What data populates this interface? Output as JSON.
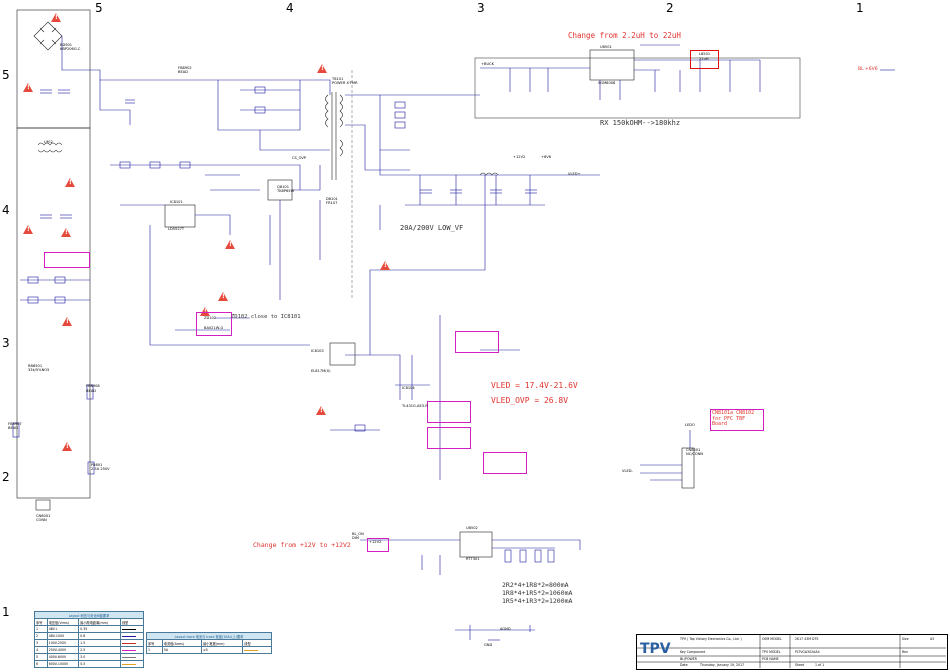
{
  "zones": {
    "top": [
      "5",
      "4",
      "3",
      "2",
      "1"
    ],
    "left": [
      "5",
      "4",
      "3",
      "2",
      "1"
    ]
  },
  "notes": {
    "change_inductor": "Change from 2.2uH to 22uH",
    "rx_freq": "RX 150kOHM-->180khz",
    "diode_rating": "20A/200V LOW_VF",
    "zd_close": "ZD102 close to IC8101",
    "vled": "VLED = 17.4V-21.6V",
    "vled_ovp": "VLED_OVP = 26.8V",
    "change_12v": "Change from +12V to +12V2",
    "current_lines": [
      "2R2*4+1R8*2=800mA",
      "1R8*4+1R5*2=1060mA",
      "1R5*4+1R3*2=1200mA"
    ],
    "cn_for": "CN8101a CN8102 for PFC TBF Board",
    "bl_label": "BL +6V6"
  },
  "components": {
    "bd901": "BD901",
    "bd901_val": "KBP206G-C",
    "l902": "L902",
    "l902_val": "UU9.8",
    "fb8902": "FB8902",
    "fb8902_val": "BEAD",
    "t8101": "T8101",
    "t8101_val": "POWER X'FMR",
    "ic8101": "IC8101",
    "ic8101_val": "LD5527T",
    "zd8102": "ZD102",
    "zd8102_val": "BAV21W-G",
    "ic8103": "IC8103",
    "ic8103_val": "EL817M(X)",
    "ic8104": "IC8104",
    "ic8104_val": "TL431G-AE3-R",
    "u8501": "U8501",
    "u8501_val": "SGM8008",
    "l8501": "L8501",
    "l8501_val": "22uH",
    "u8502": "U8502",
    "u8502_val": "RT7301",
    "cn8501": "CN8501",
    "cn8501_val": "NC/CONN",
    "cn8001": "CN8001",
    "cn8001_val": "CONN",
    "rb8501": "RB8501",
    "rb8501_val": "33k/5%NO5",
    "fb8907": "FB8907",
    "fb8907_val": "BEAD",
    "fb8908": "FB8908",
    "fb8908_val": "BEAD",
    "d8101": "D8101",
    "d8101_val": "FR107",
    "q8101": "Q8101",
    "q8101_val": "TK8P65W",
    "p8601": "P8601",
    "p8601_val": "2.5A 250V"
  },
  "net_labels": {
    "vled_plus": "VLED+",
    "vled_minus": "VLED-",
    "plus_12v": "+12V2",
    "plus_6v": "+6V6",
    "gnd": "GND",
    "agnd": "AGND",
    "ledo": "LEDO",
    "ovp": "OVP",
    "cs_ovp": "CS_OVP",
    "bl_on": "BL_ON",
    "dim": "DIM",
    "vin": "+BUCK"
  },
  "legend_table": {
    "title": "Layout 耐压与安全间距要求",
    "headers": [
      "序号",
      "电压值(Vrms)",
      "最小爬电距离(mm)",
      "线型"
    ],
    "rows": [
      [
        "1",
        "48V↓",
        "0.35",
        ""
      ],
      [
        "2",
        "48V-100V",
        "0.8",
        ""
      ],
      [
        "3",
        "100V-250V",
        "1.5",
        ""
      ],
      [
        "4",
        "250V-400V",
        "2.5",
        ""
      ],
      [
        "5",
        "400V-600V",
        "3.0",
        ""
      ],
      [
        "6",
        "600V-1000V",
        "5.5",
        ""
      ]
    ]
  },
  "legend_table2": {
    "title": "Layout trace 电流与 trace 宽度(10A以上)要求",
    "headers": [
      "序号",
      "电流值(Arms)",
      "最小宽度(mm)",
      "线型"
    ],
    "rows": [
      [
        "1",
        "5A",
        "≥5",
        ""
      ]
    ]
  },
  "title_block": {
    "company": "TPV ( Top Victory Electronics Co., Ltd. )",
    "oem_model": "OEM MODEL",
    "oem_value": "2K17 43M DTS",
    "size": "Size",
    "size_value": "A3",
    "tpv_model": "TPV MODEL",
    "tpv_value": "PLTVGA302AA4",
    "pcb_name": "PCB NAME",
    "key_component": "Key Component",
    "key_value": "BL/POWER",
    "date_label": "Date",
    "date_value": "Thursday, January 19, 2017",
    "sheet_label": "Sheet",
    "sheet_value": "1 of 1",
    "rev": "Rev",
    "logo": "TPV"
  }
}
